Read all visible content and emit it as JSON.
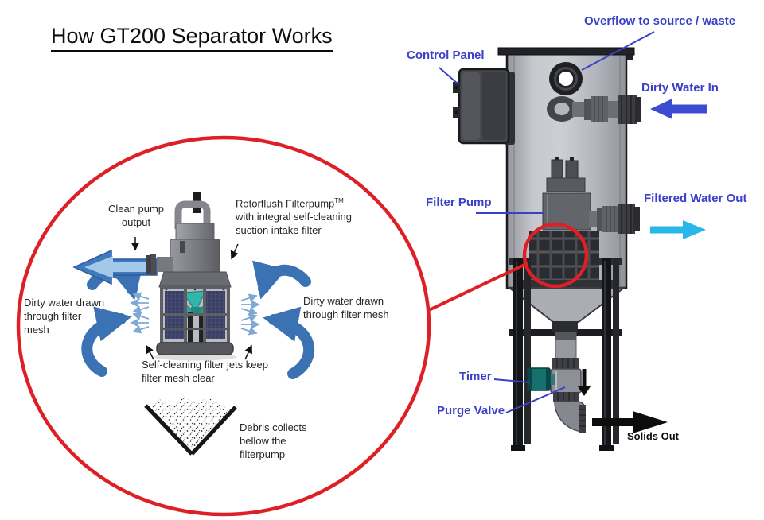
{
  "title": "How GT200 Separator Works",
  "machine_labels": {
    "overflow": "Overflow to source / waste",
    "control_panel": "Control Panel",
    "dirty_water_in": "Dirty Water In",
    "filter_pump": "Filter Pump",
    "filtered_water_out": "Filtered Water Out",
    "timer": "Timer",
    "purge_valve": "Purge Valve",
    "solids_out": "Solids Out"
  },
  "inset": {
    "clean_pump_output": "Clean pump output",
    "rotorflush_name": "Rotorflush Filterpump",
    "rotorflush_tm": "TM",
    "rotorflush_line2": "with integral self-cleaning",
    "rotorflush_line3": "suction intake filter",
    "dirty_water_left": "Dirty water drawn through filter mesh",
    "dirty_water_right": "Dirty water drawn through filter mesh",
    "jets": "Self-cleaning filter jets keep filter mesh clear",
    "debris": "Debris collects bellow the filterpump"
  },
  "colors": {
    "accent_red": "#DE2026",
    "label_blue": "#3B40C8",
    "arrow_blue": "#3C4CD2",
    "arrow_cyan": "#29B7E9",
    "swoosh_blue": "#3A72B4",
    "jet_blue": "#7FA8D4",
    "impeller_teal": "#2FA8A0",
    "timer_teal": "#15706E"
  }
}
